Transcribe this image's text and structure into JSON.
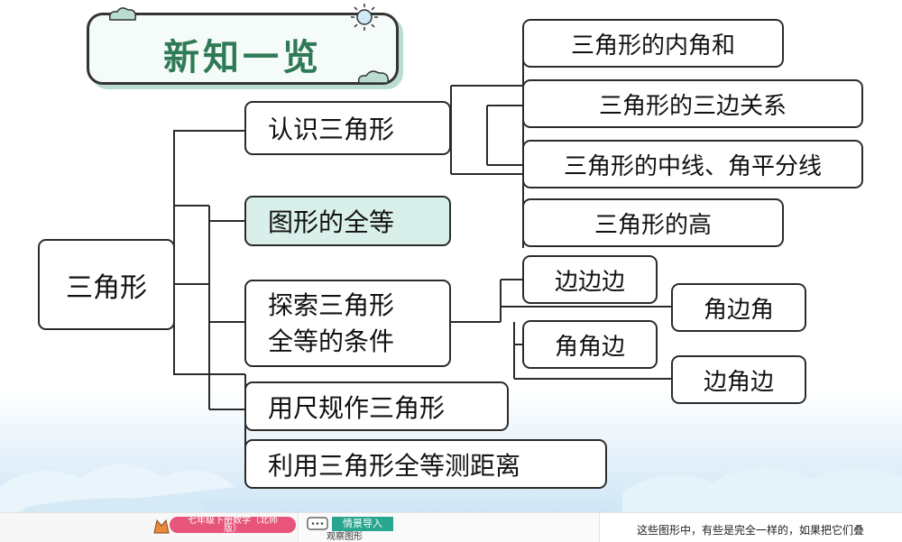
{
  "title": "新知一览",
  "root": "三角形",
  "branches": [
    {
      "label": "认识三角形",
      "children": [
        "三角形的内角和",
        "三角形的三边关系",
        "三角形的中线、角平分线",
        "三角形的高"
      ]
    },
    {
      "label": "图形的全等"
    },
    {
      "label_lines": [
        "探索三角形",
        "全等的条件"
      ],
      "children": [
        "边边边",
        "角边角",
        "角角边",
        "边角边"
      ]
    },
    {
      "label": "用尺规作三角形"
    },
    {
      "label": "利用三角形全等测距离"
    }
  ],
  "footer": {
    "course_line1": "七年级下册数学（北师",
    "course_line2": "版）",
    "section_tag": "情景导入",
    "section_sub": "观察图形",
    "right_text": "这些图形中，有些是完全一样的，如果把它们叠"
  },
  "colors": {
    "title": "#2f7a56",
    "highlight": "#d9efea",
    "line": "#2b2b2b",
    "footer_pill": "#e8557b",
    "footer_tag": "#2aa58f"
  }
}
